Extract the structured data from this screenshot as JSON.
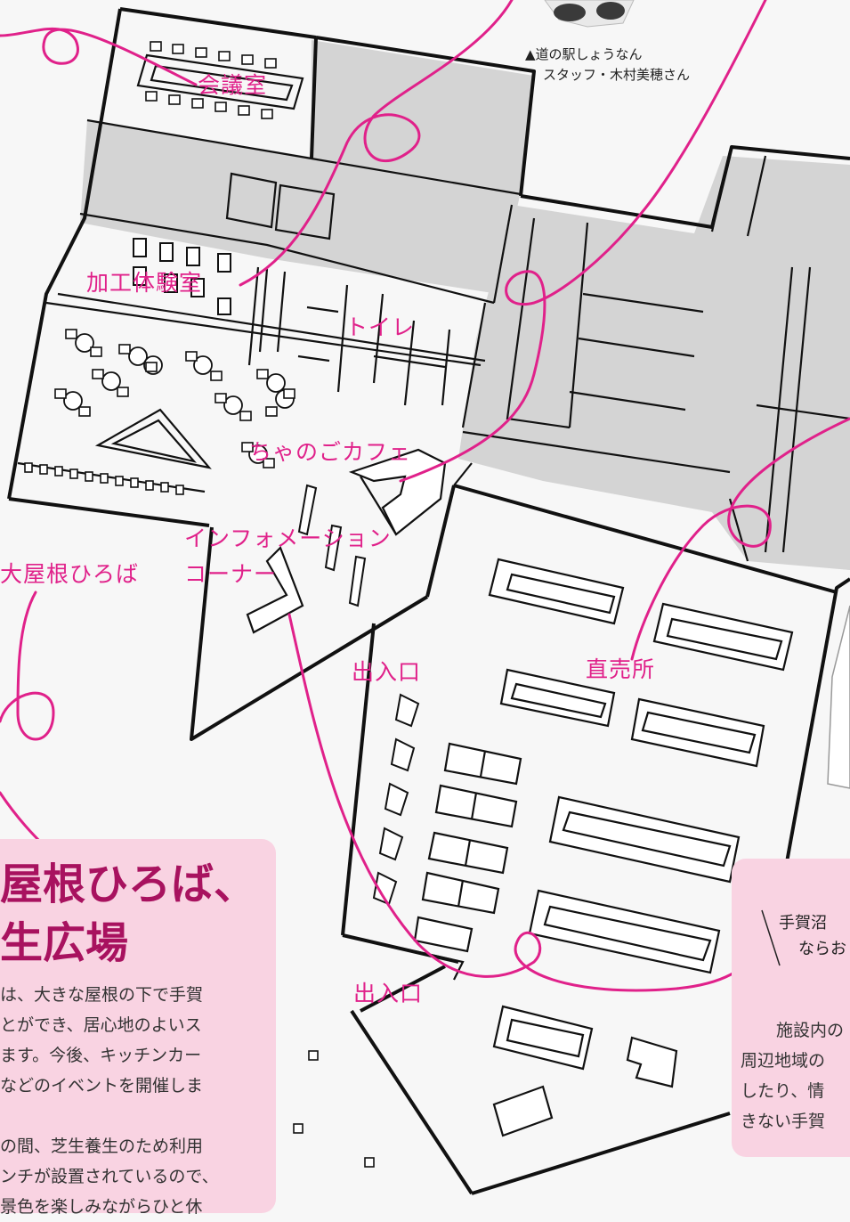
{
  "labels": {
    "meeting_room": "会議室",
    "processing_room": "加工体験室",
    "toilet": "トイレ",
    "cafe": "ちゃのごカフェ",
    "info_line1": "インフォメーション",
    "info_line2": "コーナー",
    "big_roof": "大屋根ひろば",
    "direct_sales": "直売所",
    "entrance_upper": "出入口",
    "entrance_lower": "出入口"
  },
  "photo_caption": {
    "line1": "▲道の駅しょうなん",
    "line2": "スタッフ・木村美穂さん"
  },
  "left_box": {
    "title_line1": "屋根ひろば、",
    "title_line2": "生広場",
    "body": [
      "は、大きな屋根の下で手賀",
      "とができ、居心地のよいス",
      "ます。今後、キッチンカー",
      "などのイベントを開催しま",
      "",
      "の間、芝生養生のため利用",
      "ンチが設置されているので、",
      "景色を楽しみながらひと休"
    ]
  },
  "right_box": {
    "quote_line1": "手賀沼",
    "quote_line2": "ならお",
    "body": [
      "施設内の",
      "周辺地域の",
      "したり、情",
      "きない手賀"
    ]
  },
  "colors": {
    "accent_pink": "#e0218a",
    "title_magenta": "#a8125f",
    "box_pink": "#f9d3e2",
    "gray_fill": "#d4d4d4",
    "ink": "#111111"
  }
}
